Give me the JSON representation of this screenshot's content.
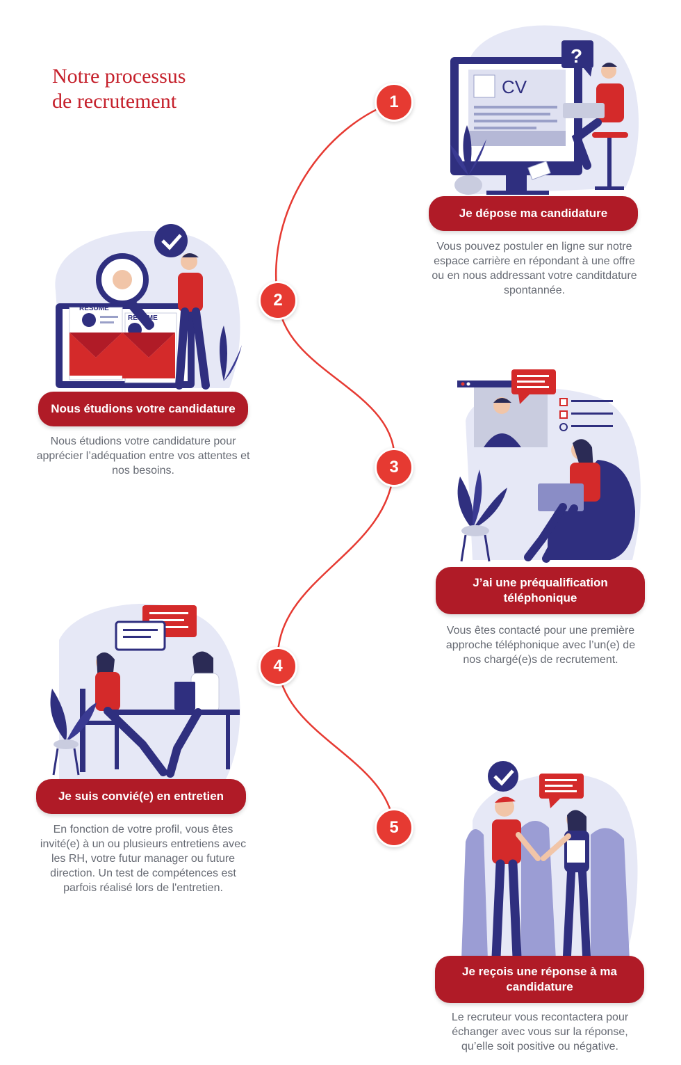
{
  "title": {
    "line1": "Notre processus",
    "line2": "de recrutement"
  },
  "colors": {
    "accent": "#e63a32",
    "banner": "#b01b27",
    "navy": "#2f2f7f",
    "lavender": "#e6e8f6",
    "text": "#666a73"
  },
  "steps": [
    {
      "num": "1",
      "label": "Je dépose ma candidature",
      "desc": "Vous pouvez postuler en ligne sur notre espace carrière en répondant à une offre ou en nous addressant votre canditdature spontannée.",
      "icon": "computer-cv-icon",
      "cv": "CV",
      "question": "?"
    },
    {
      "num": "2",
      "label": "Nous étudions votre candidature",
      "desc": "Nous étudions votre candidature pour apprécier l’adéquation entre vos attentes et nos besoins.",
      "icon": "resume-review-icon",
      "resume": "RESUME"
    },
    {
      "num": "3",
      "label1": "J’ai une préqualification",
      "label2": "téléphonique",
      "desc": "Vous êtes contacté pour une première approche téléphonique avec l’un(e) de nos chargé(e)s de recrutement.",
      "icon": "video-call-icon"
    },
    {
      "num": "4",
      "label": "Je suis convié(e) en entretien",
      "desc": "En fonction de votre profil, vous êtes invité(e) à un ou plusieurs entretiens avec les RH, votre futur manager ou future direction. Un test de compétences est parfois réalisé lors de l'entretien.",
      "icon": "interview-icon"
    },
    {
      "num": "5",
      "label1": "Je reçois une réponse à ma",
      "label2": "candidature",
      "desc": "Le recruteur vous recontactera pour échanger avec vous sur la réponse, qu’elle soit positive ou négative.",
      "icon": "handshake-icon"
    }
  ]
}
